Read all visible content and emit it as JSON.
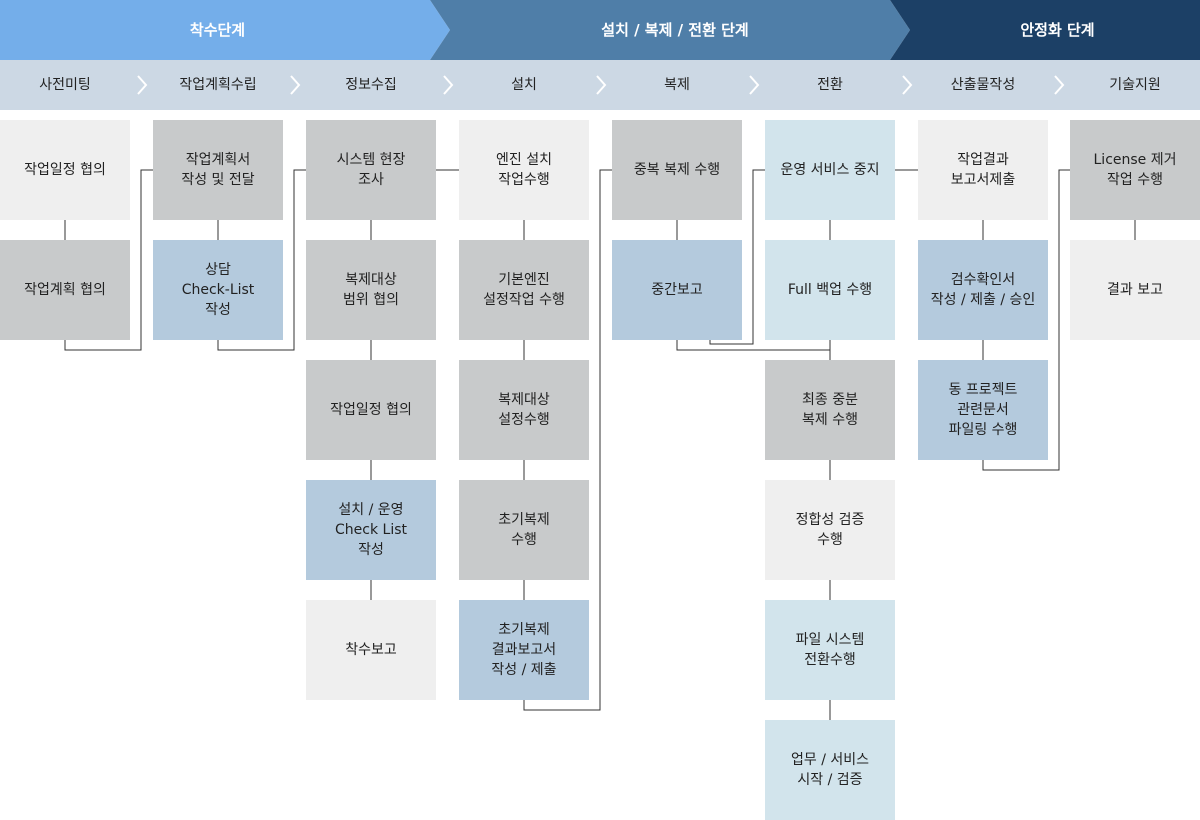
{
  "stages": [
    {
      "label": "착수단계",
      "color": "#74aeea"
    },
    {
      "label": "설치 / 복제 / 전환 단계",
      "color": "#4f7ea8"
    },
    {
      "label": "안정화 단계",
      "color": "#1c4066"
    }
  ],
  "phases": [
    "사전미팅",
    "작업계획수립",
    "정보수집",
    "설치",
    "복제",
    "전환",
    "산출물작성",
    "기술지원"
  ],
  "colors": {
    "gray": "#c8cacb",
    "light": "#efefef",
    "blue": "#b4cadd",
    "pale": "#d2e4ec",
    "phase_bar": "#ccd8e4",
    "connector": "#333333"
  },
  "columns": [
    [
      {
        "text": "작업일정 협의",
        "style": "light"
      },
      {
        "text": "작업계획 협의",
        "style": "gray"
      }
    ],
    [
      {
        "text": "작업계획서\n작성 및 전달",
        "style": "gray"
      },
      {
        "text": "상담\nCheck-List\n작성",
        "style": "blue"
      }
    ],
    [
      {
        "text": "시스템 현장\n조사",
        "style": "gray"
      },
      {
        "text": "복제대상\n범위 협의",
        "style": "gray"
      },
      {
        "text": "작업일정 협의",
        "style": "gray"
      },
      {
        "text": "설치 / 운영\nCheck List\n작성",
        "style": "blue"
      },
      {
        "text": "착수보고",
        "style": "light"
      }
    ],
    [
      {
        "text": "엔진 설치\n작업수행",
        "style": "light"
      },
      {
        "text": "기본엔진\n설정작업 수행",
        "style": "gray"
      },
      {
        "text": "복제대상\n설정수행",
        "style": "gray"
      },
      {
        "text": "초기복제\n수행",
        "style": "gray"
      },
      {
        "text": "초기복제\n결과보고서\n작성 / 제출",
        "style": "blue"
      }
    ],
    [
      {
        "text": "중복 복제 수행",
        "style": "gray"
      },
      {
        "text": "중간보고",
        "style": "blue"
      }
    ],
    [
      {
        "text": "운영 서비스 중지",
        "style": "pale"
      },
      {
        "text": "Full 백업 수행",
        "style": "pale"
      },
      {
        "text": "최종 중분\n복제 수행",
        "style": "gray"
      },
      {
        "text": "정합성 검증\n수행",
        "style": "light"
      },
      {
        "text": "파일 시스템\n전환수행",
        "style": "pale"
      },
      {
        "text": "업무 / 서비스\n시작 / 검증",
        "style": "pale"
      }
    ],
    [
      {
        "text": "작업결과\n보고서제출",
        "style": "light"
      },
      {
        "text": "검수확인서\n작성 / 제출 / 승인",
        "style": "blue"
      },
      {
        "text": "동 프로젝트\n관련문서\n파일링 수행",
        "style": "blue"
      }
    ],
    [
      {
        "text": "License 제거\n작업 수행",
        "style": "gray"
      },
      {
        "text": "결과 보고",
        "style": "light"
      }
    ]
  ]
}
